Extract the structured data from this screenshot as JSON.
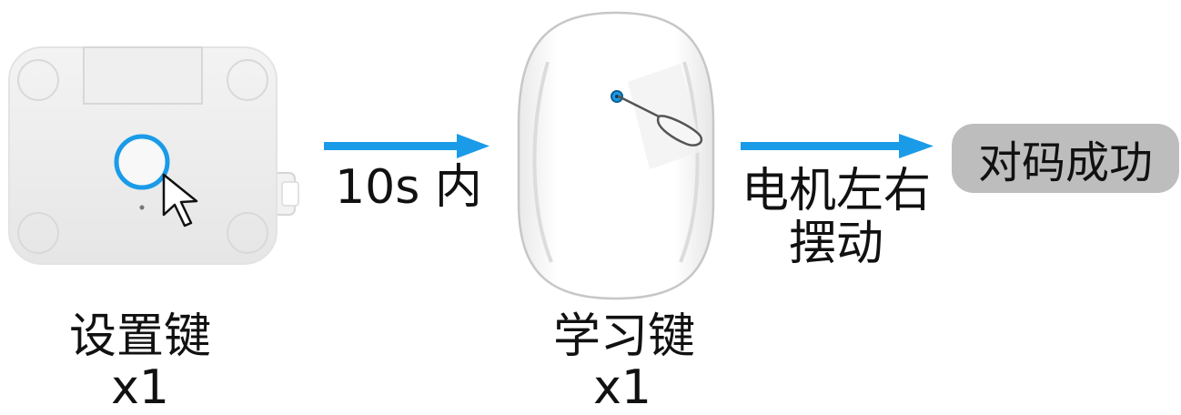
{
  "step1": {
    "name": "设置键",
    "qty": "x1"
  },
  "arrow1": {
    "text": "10s 内",
    "color": "#1a9be8"
  },
  "step2": {
    "name": "学习键",
    "qty": "x1"
  },
  "arrow2": {
    "line1": "电机左右",
    "line2": "摆动",
    "color": "#1a9be8"
  },
  "result": {
    "text": "对码成功",
    "bg": "#bdbdbd"
  },
  "icons": [
    "cursor-arrow-icon",
    "sim-eject-pin-icon"
  ]
}
